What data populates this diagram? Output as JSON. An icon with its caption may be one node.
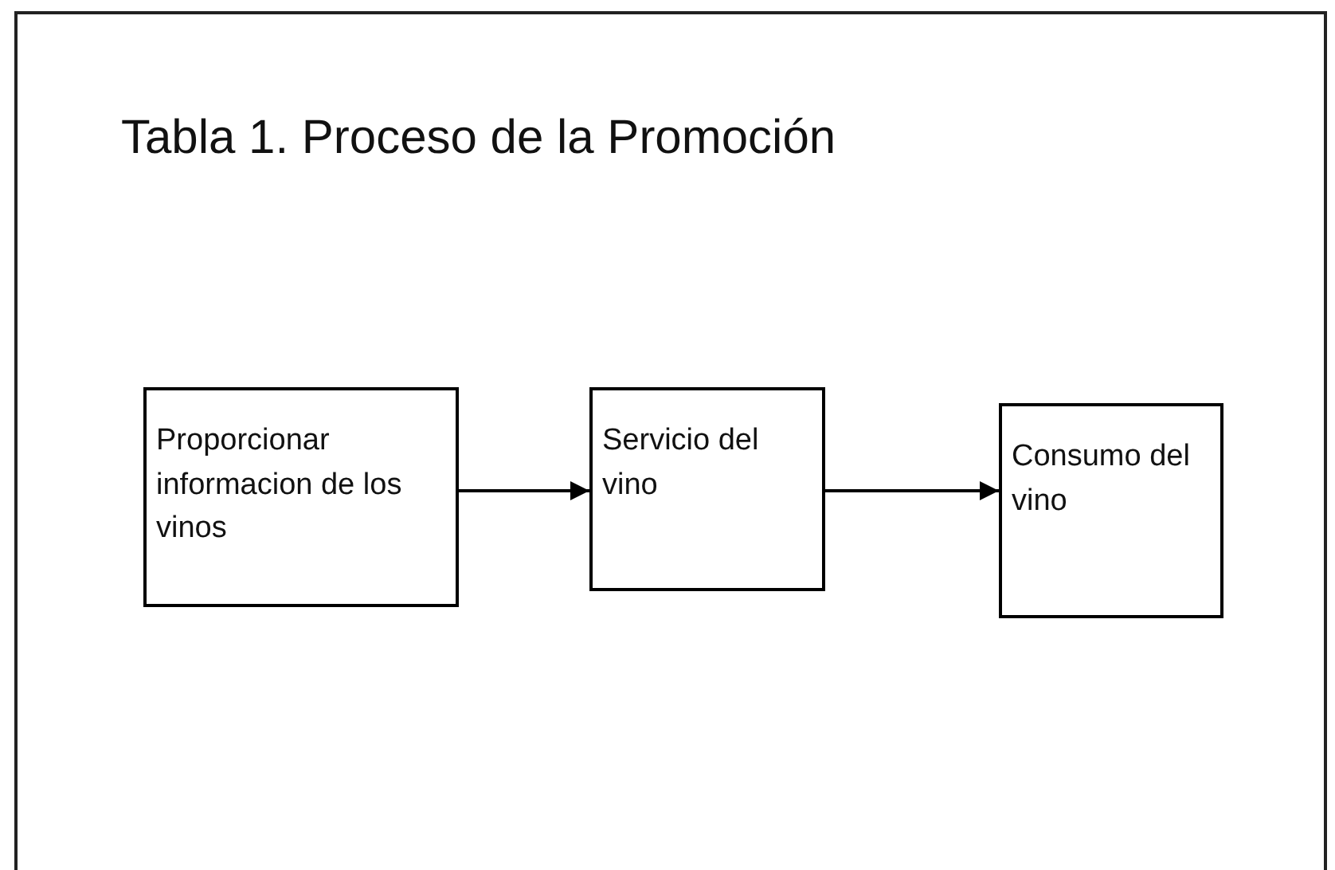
{
  "diagram": {
    "title": "Tabla 1. Proceso de la Promoción",
    "nodes": [
      {
        "text": [
          "Proporcionar informacion de los vinos"
        ]
      },
      {
        "text": [
          "Servicio del vino"
        ]
      },
      {
        "text": [
          "Consumo del vino"
        ]
      }
    ],
    "edges": [
      {
        "from": 0,
        "to": 1,
        "arrow": "to"
      },
      {
        "from": 1,
        "to": 2,
        "arrow": "to"
      }
    ]
  }
}
